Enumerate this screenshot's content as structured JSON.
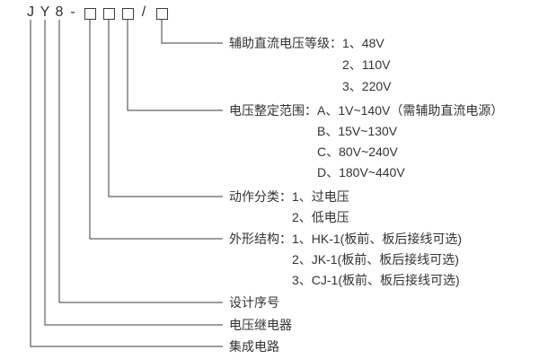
{
  "model": {
    "char_j": "J",
    "char_y": "Y",
    "char_8": "8",
    "dash": "-",
    "slash": "/"
  },
  "branches": {
    "aux_voltage": {
      "label": "辅助直流电压等级：1、48V",
      "options": [
        "2、110V",
        "3、220V"
      ]
    },
    "setting_range": {
      "label": "电压整定范围：A、1V~140V（需辅助直流电源）",
      "options": [
        "B、15V~130V",
        "C、80V~240V",
        "D、180V~440V"
      ]
    },
    "action_class": {
      "label": "动作分类：1、过电压",
      "options": [
        "2、低电压"
      ]
    },
    "structure": {
      "label": "外形结构：1、HK-1(板前、板后接线可选)",
      "options": [
        "2、JK-1(板前、板后接线可选)",
        "3、CJ-1(板前、板后接线可选)"
      ]
    },
    "design_serial": {
      "label": "设计序号"
    },
    "voltage_relay": {
      "label": "电压继电器"
    },
    "integrated_circuit": {
      "label": "集成电路"
    }
  }
}
